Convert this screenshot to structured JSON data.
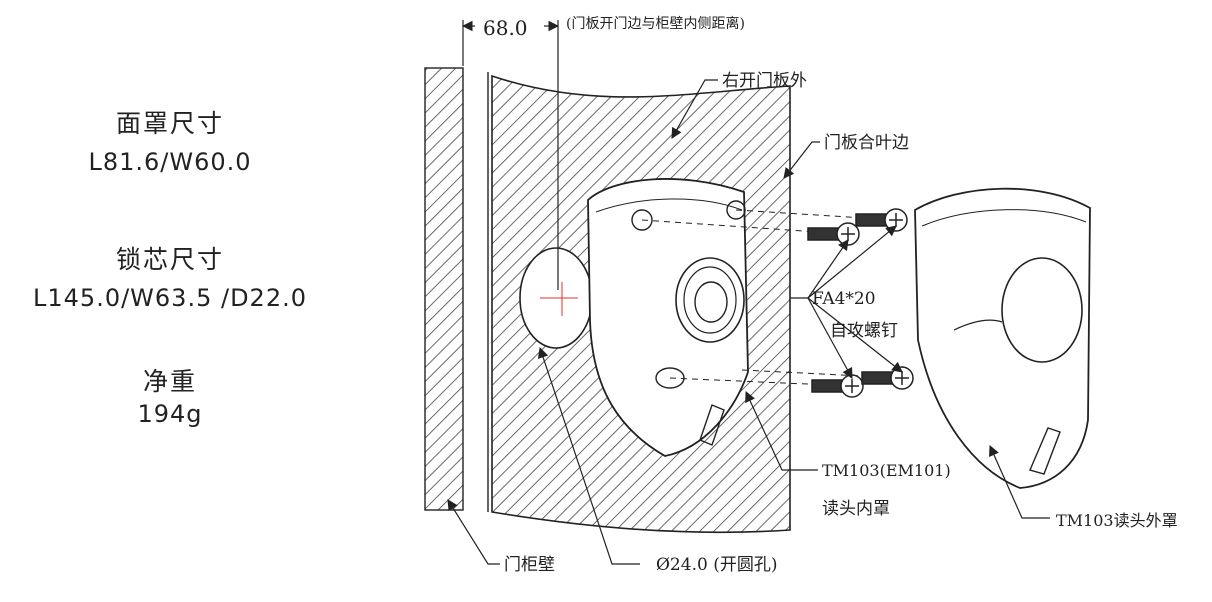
{
  "specs": {
    "faceplate": {
      "heading": "面罩尺寸",
      "value": "L81.6/W60.0"
    },
    "lock_core": {
      "heading": "锁芯尺寸",
      "value": "L145.0/W63.5 /D22.0"
    },
    "net_weight": {
      "heading": "净重",
      "value": "194g"
    }
  },
  "diagram": {
    "dimension_value": "68.0",
    "dimension_note": "(门板开门边与柜壁内侧距离)",
    "right_door_outer": "右开门板外",
    "door_hinge_edge": "门板合叶边",
    "screw_spec": "FA4*20",
    "screw_type": "自攻螺钉",
    "inner_cover_model": "TM103(EM101)",
    "inner_cover_name": "读头内罩",
    "outer_cover": "TM103读头外罩",
    "cabinet_wall": "门柜壁",
    "hole": "Ø24.0 (开圆孔)"
  },
  "colors": {
    "line": "#222222",
    "hatch": "#444444",
    "center_mark": "#e0302a"
  }
}
